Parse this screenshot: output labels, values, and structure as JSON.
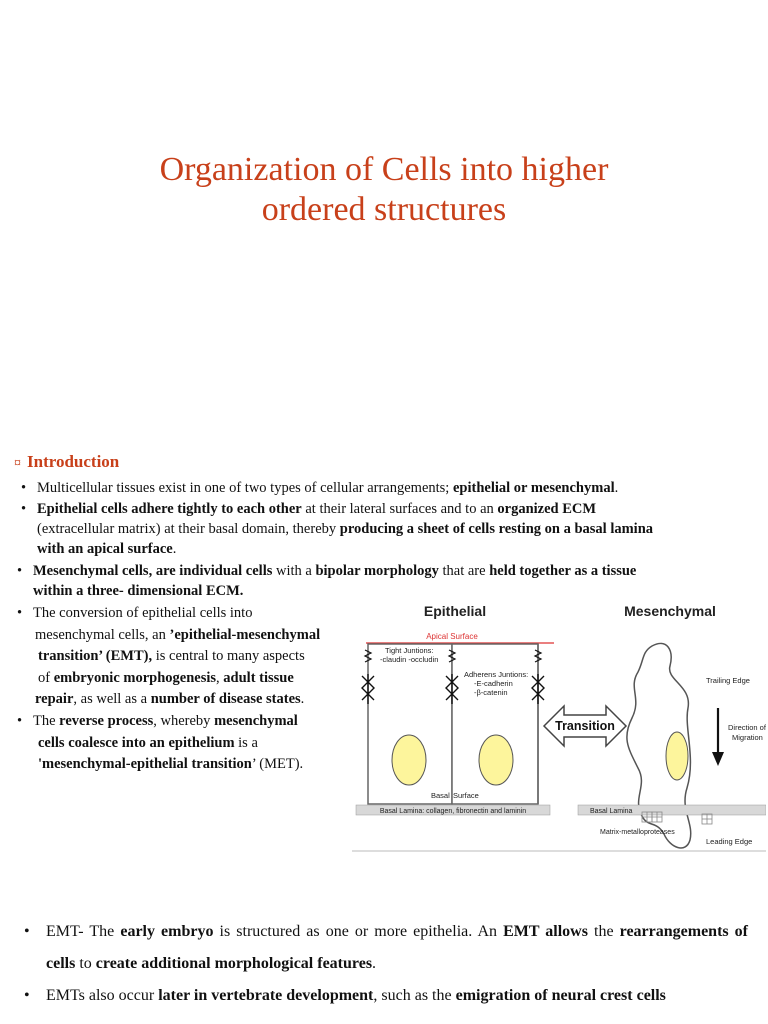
{
  "title": {
    "line1": "Organization of Cells into higher",
    "line2": "ordered structures"
  },
  "intro": {
    "marker": "¤",
    "heading": "Introduction"
  },
  "bullets": {
    "b1": {
      "t1": "Multicellular tissues exist in one of two types of cellular arrangements; ",
      "t2": "epithelial or mesenchymal",
      "t3": "."
    },
    "b2": {
      "t1": "Epithelial cells adhere tightly to each other",
      "t2": " at their lateral surfaces and to an ",
      "t3": "organized ECM",
      "t4": "(extracellular matrix) at their basal domain, thereby ",
      "t5": "producing a sheet of cells resting on a basal lamina",
      "t6": "with an apical surface",
      "t7": "."
    },
    "b3": {
      "t1": "Mesenchymal cells, are individual cells",
      "t2": " with a ",
      "t3": "bipolar morphology",
      "t4": " that are ",
      "t5": "held together as a tissue",
      "t6": "within a three- dimensional ECM."
    },
    "b4": {
      "l1": "The conversion of epithelial cells into",
      "l2a": "mesenchymal cells, an ",
      "l2b": "’epithelial-mesenchymal",
      "l3a": "transition’ (EMT),",
      "l3b": " is central to many aspects",
      "l4a": "of ",
      "l4b": "embryonic morphogenesis",
      "l4c": ", ",
      "l4d": "adult tissue",
      "l5a": "repair",
      "l5b": ", as well as a ",
      "l5c": "number of disease states",
      "l5d": "."
    },
    "b5": {
      "l1a": "The ",
      "l1b": "reverse process",
      "l1c": ", whereby ",
      "l1d": "mesenchymal",
      "l2a": "cells coalesce into an epithelium",
      "l2b": " is a",
      "l3a": "'mesenchymal-epithelial transition",
      "l3b": "’ (MET)."
    }
  },
  "figure": {
    "epithelial": "Epithelial",
    "mesenchymal": "Mesenchymal",
    "apical_surface": "Apical Surface",
    "tight_junctions": "Tight Juntions:",
    "tight_proteins": "-claudin  -occludin",
    "adherens": "Adherens Juntions:",
    "adherens_p1": "-E-cadherin",
    "adherens_p2": "-β-catenin",
    "transition": "Transition",
    "trailing_edge": "Trailing Edge",
    "direction_1": "Direction of",
    "direction_2": "Migration",
    "basal": "Basal",
    "surface": "Surface",
    "basal_lamina_left": "Basal Lamina: collagen, fibronectin and laminin",
    "basal_lamina_right": "Basal Lamina",
    "matrix_mp": "Matrix-metalloproteases",
    "leading_edge": "Leading Edge"
  },
  "bottom": {
    "p1": {
      "t1": "EMT- The ",
      "t2": "early embryo",
      "t3": " is structured as one or more epithelia. An ",
      "t4": "EMT allows",
      "t5": " the",
      "t6": "rearrangements of cells",
      "t7": " to ",
      "t8": "create additional morphological features",
      "t9": "."
    },
    "p2": {
      "t1": "EMTs also occur ",
      "t2": "later in vertebrate development",
      "t3": ", such as the ",
      "t4": "emigration of neural crest cells"
    }
  },
  "bullet_char": "•"
}
